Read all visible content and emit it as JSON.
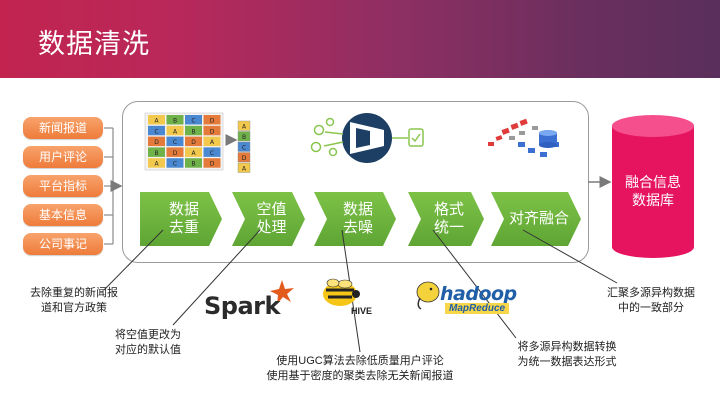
{
  "header": {
    "title": "数据清洗"
  },
  "sources": [
    "新闻报道",
    "用户评论",
    "平台指标",
    "基本信息",
    "公司事记"
  ],
  "steps": [
    "数据\n去重",
    "空值\n处理",
    "数据\n去噪",
    "格式\n统一",
    "对齐融合"
  ],
  "database": {
    "label": "融合信息\n数据库"
  },
  "notes": {
    "dedup": "去除重复的新闻报\n道和官方政策",
    "nulls": "将空值更改为\n对应的默认值",
    "denoise": "使用UGC算法去除低质量用户评论\n使用基于密度的聚类去除无关新闻报道",
    "format": "将多源异构数据转换\n为统一数据表达形式",
    "align": "汇聚多源异构数据\n中的一致部分"
  },
  "logos": {
    "spark": "Spark",
    "hive": "HIVE",
    "hadoop": "hadoop",
    "mapreduce": "MapReduce"
  },
  "matrix_letters": [
    [
      "A",
      "B",
      "C",
      "D"
    ],
    [
      "C",
      "A",
      "B",
      "D"
    ],
    [
      "D",
      "C",
      "D",
      "A"
    ],
    [
      "B",
      "D",
      "A",
      "C"
    ],
    [
      "A",
      "C",
      "B",
      "D"
    ]
  ],
  "column_letters": [
    "A",
    "B",
    "C",
    "D",
    "A"
  ],
  "colors": {
    "accent_green": "#6ab33c",
    "source_orange": "#f28c4b",
    "db_pink": "#e6135f"
  }
}
